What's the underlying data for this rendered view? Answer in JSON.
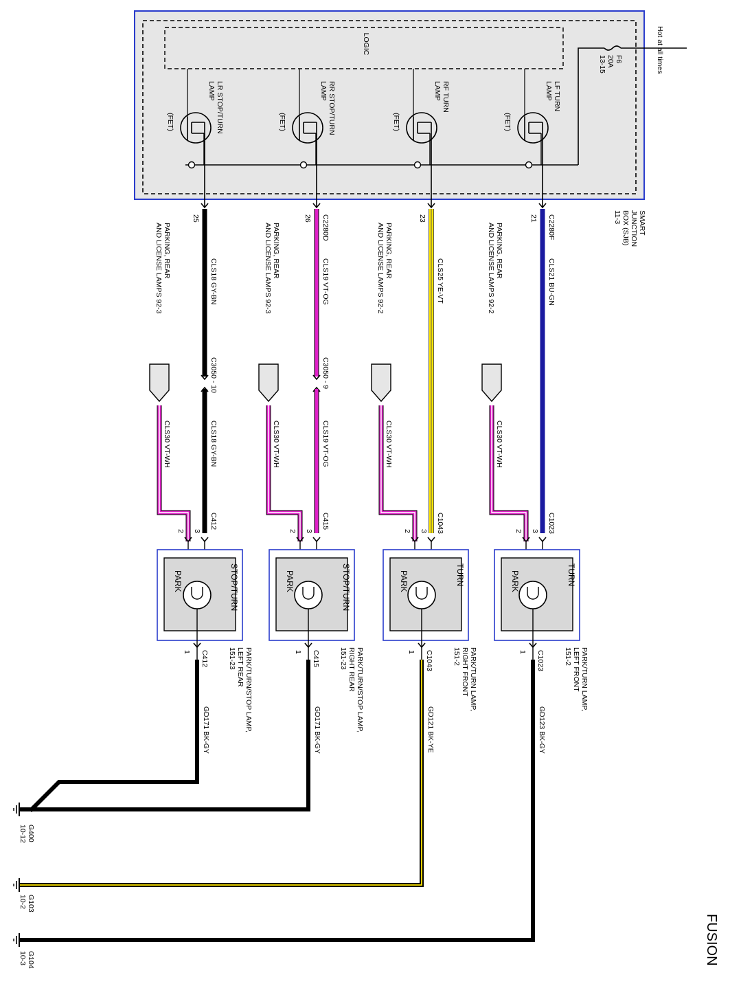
{
  "page": {
    "brand": "FUSION"
  },
  "sjb": {
    "label_lines": [
      "SMART",
      "JUNCTION",
      "BOX (SJB)",
      "11-3"
    ],
    "logic_label": "LOGIC",
    "hot_label": "Hot at all times",
    "fuse_lines": [
      "F6",
      "20A",
      "13-15"
    ]
  },
  "lamp_ctrls": [
    {
      "lines": [
        "LR STOP/TURN",
        "LAMP"
      ],
      "fet": "(FET)"
    },
    {
      "lines": [
        "RR STOP/TURN",
        "LAMP"
      ],
      "fet": "(FET)"
    },
    {
      "lines": [
        "RF TURN",
        "LAMP"
      ],
      "fet": "(FET)"
    },
    {
      "lines": [
        "LF TURN",
        "LAMP"
      ],
      "fet": "(FET)"
    }
  ],
  "circuits": [
    {
      "pin": "25",
      "connector": "",
      "circuit_label": "CLS18   GY-BN",
      "inline": "C3050 - 10",
      "circuit_label2": "CLS18   GY-BN",
      "park_ref": [
        "PARKING, REAR",
        "AND LICENSE LAMPS  92-3"
      ],
      "park_wire": "CLS30     VT-WH",
      "lamp_conn": "C412",
      "pin_a": "3",
      "pin_b": "2",
      "lamp_labels": [
        "STOP/TURN",
        "PARK"
      ],
      "gnd_conn": "C412",
      "gnd_pin": "1",
      "lamp_title": [
        "PARK/TURN/STOP LAMP,",
        "LEFT REAR",
        "151-23"
      ],
      "ground_wire": "GD171      BK-GY"
    },
    {
      "pin": "26",
      "connector": "C2280D",
      "circuit_label": "CLS19    VT-OG",
      "inline": "C3050 - 9",
      "circuit_label2": "CLS19   VT-OG",
      "park_ref": [
        "PARKING, REAR",
        "AND LICENSE LAMPS  92-3"
      ],
      "park_wire": "CLS30     VT-WH",
      "lamp_conn": "C415",
      "pin_a": "3",
      "pin_b": "2",
      "lamp_labels": [
        "STOP/TURN",
        "PARK"
      ],
      "gnd_conn": "C415",
      "gnd_pin": "1",
      "lamp_title": [
        "PARK/TURN/STOP LAMP,",
        "RIGHT REAR",
        "151-23"
      ],
      "ground_wire": "GD171      BK-GY"
    },
    {
      "pin": "23",
      "connector": "",
      "circuit_label": "CLS25    YE-VT",
      "inline": "",
      "circuit_label2": "",
      "park_ref": [
        "PARKING, REAR",
        "AND LICENSE LAMPS  92-2"
      ],
      "park_wire": "CLS30     VT-WH",
      "lamp_conn": "C1043",
      "pin_a": "3",
      "pin_b": "2",
      "lamp_labels": [
        "TURN",
        "PARK"
      ],
      "gnd_conn": "C1043",
      "gnd_pin": "1",
      "lamp_title": [
        "PARK/TURN LAMP,",
        "RIGHT FRONT",
        "151-2"
      ],
      "ground_wire": "GD121      BK-YE"
    },
    {
      "pin": "21",
      "connector": "C2280F",
      "circuit_label": "CLS21    BU-GN",
      "inline": "",
      "circuit_label2": "",
      "park_ref": [
        "PARKING, REAR",
        "AND LICENSE LAMPS  92-2"
      ],
      "park_wire": "CLS30     VT-WH",
      "lamp_conn": "C1023",
      "pin_a": "3",
      "pin_b": "2",
      "lamp_labels": [
        "TURN",
        "PARK"
      ],
      "gnd_conn": "C1023",
      "gnd_pin": "1",
      "lamp_title": [
        "PARK/TURN LAMP,",
        "LEFT FRONT",
        "151-2"
      ],
      "ground_wire": "GD123      BK-GY"
    }
  ],
  "grounds": [
    {
      "lines": [
        "G400",
        "10-12"
      ]
    },
    {
      "lines": [
        "G103",
        "10-2"
      ]
    },
    {
      "lines": [
        "G104",
        "10-3"
      ]
    }
  ],
  "colors": {
    "black": "#000000",
    "magenta": "#e020c8",
    "yellow": "#ffe600",
    "blue": "#1a1aa0",
    "box_border": "#2a3ccc",
    "box_fill": "#e6e6e6",
    "lamp_inner": "#d8d8d8"
  }
}
